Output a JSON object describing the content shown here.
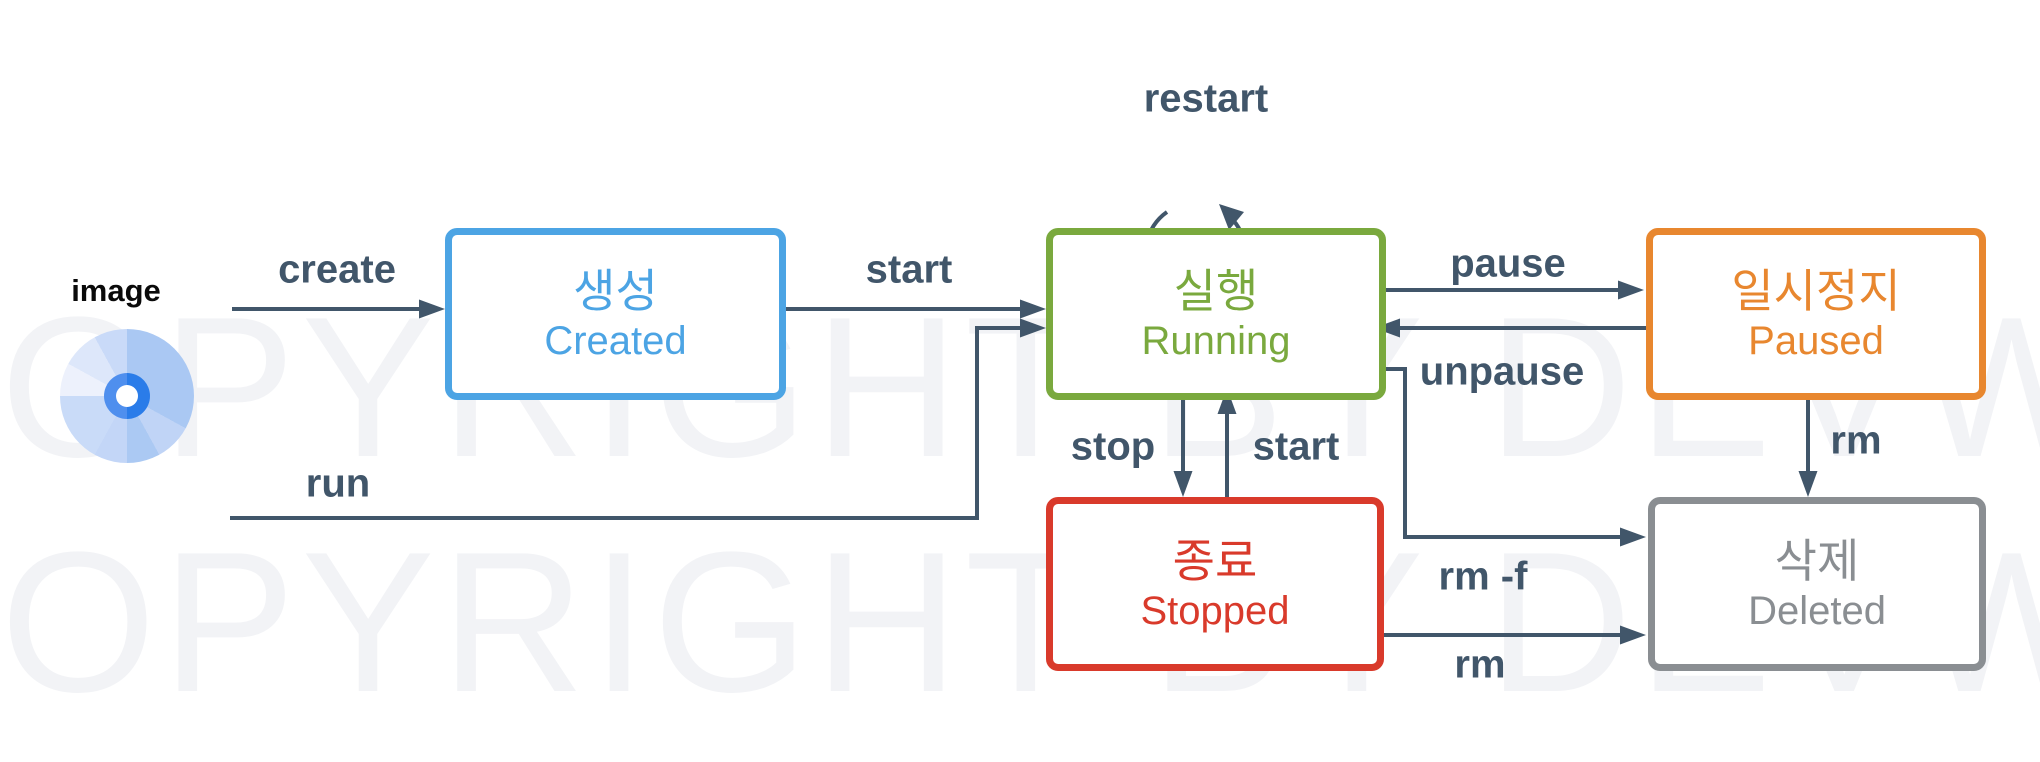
{
  "diagram": {
    "source": {
      "label": "image"
    },
    "nodes": [
      {
        "id": "created",
        "label_ko": "생성",
        "label_en": "Created",
        "color": "#4CA4E4"
      },
      {
        "id": "running",
        "label_ko": "실행",
        "label_en": "Running",
        "color": "#7AA93E"
      },
      {
        "id": "paused",
        "label_ko": "일시정지",
        "label_en": "Paused",
        "color": "#E8872F"
      },
      {
        "id": "stopped",
        "label_ko": "종료",
        "label_en": "Stopped",
        "color": "#D93A2B"
      },
      {
        "id": "deleted",
        "label_ko": "삭제",
        "label_en": "Deleted",
        "color": "#8A8E92"
      }
    ],
    "edges": [
      {
        "from": "image",
        "to": "created",
        "label": "create"
      },
      {
        "from": "created",
        "to": "running",
        "label": "start"
      },
      {
        "from": "running",
        "to": "running",
        "label": "restart"
      },
      {
        "from": "running",
        "to": "paused",
        "label": "pause"
      },
      {
        "from": "paused",
        "to": "running",
        "label": "unpause"
      },
      {
        "from": "running",
        "to": "stopped",
        "label": "stop"
      },
      {
        "from": "stopped",
        "to": "running",
        "label": "start"
      },
      {
        "from": "image",
        "to": "running",
        "label": "run"
      },
      {
        "from": "paused",
        "to": "deleted",
        "label": "rm"
      },
      {
        "from": "running",
        "to": "deleted",
        "label": "rm -f"
      },
      {
        "from": "stopped",
        "to": "deleted",
        "label": "rm"
      }
    ],
    "watermark": {
      "text": "COPYRIGHT BY DEVW",
      "color": "#f2f3f6"
    },
    "colors": {
      "arrow": "#41566A",
      "image_label": "#0a0a0a",
      "background": "#ffffff"
    }
  }
}
